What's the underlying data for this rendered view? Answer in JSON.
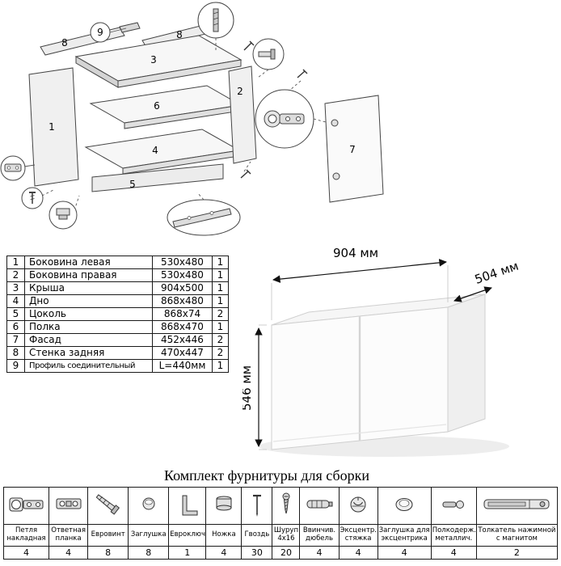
{
  "diagram": {
    "labels": {
      "l1": "1",
      "l2": "2",
      "l3": "3",
      "l4": "4",
      "l5": "5",
      "l6": "6",
      "l7": "7",
      "l8a": "8",
      "l8b": "8",
      "l9": "9"
    }
  },
  "parts": {
    "rows": [
      {
        "num": "1",
        "name": "Боковина левая",
        "size": "530x480",
        "qty": "1"
      },
      {
        "num": "2",
        "name": "Боковина правая",
        "size": "530x480",
        "qty": "1"
      },
      {
        "num": "3",
        "name": "Крыша",
        "size": "904x500",
        "qty": "1"
      },
      {
        "num": "4",
        "name": "Дно",
        "size": "868x480",
        "qty": "1"
      },
      {
        "num": "5",
        "name": "Цоколь",
        "size": "868x74",
        "qty": "2"
      },
      {
        "num": "6",
        "name": "Полка",
        "size": "868x470",
        "qty": "1"
      },
      {
        "num": "7",
        "name": "Фасад",
        "size": "452x446",
        "qty": "2"
      },
      {
        "num": "8",
        "name": "Стенка задняя",
        "size": "470x447",
        "qty": "2"
      },
      {
        "num": "9",
        "name": "Профиль соединительный",
        "size": "L=440мм",
        "qty": "1"
      }
    ]
  },
  "cabinet": {
    "width_label": "904 мм",
    "depth_label": "504 мм",
    "height_label": "546 мм"
  },
  "hardware": {
    "title": "Комплект фурнитуры для сборки",
    "items": [
      {
        "label": "Петля накладная",
        "qty": "4",
        "icon": "hinge-icon"
      },
      {
        "label": "Ответная планка",
        "qty": "4",
        "icon": "strike-plate-icon"
      },
      {
        "label": "Евровинт",
        "qty": "8",
        "icon": "confirmat-screw-icon"
      },
      {
        "label": "Заглушка",
        "qty": "8",
        "icon": "cap-icon"
      },
      {
        "label": "Евроключ",
        "qty": "1",
        "icon": "hex-key-icon"
      },
      {
        "label": "Ножка",
        "qty": "4",
        "icon": "foot-icon"
      },
      {
        "label": "Гвоздь",
        "qty": "30",
        "icon": "nail-icon"
      },
      {
        "label": "Шуруп 4x16",
        "qty": "20",
        "icon": "screw-icon"
      },
      {
        "label": "Ввинчив. дюбель",
        "qty": "4",
        "icon": "screw-dowel-icon"
      },
      {
        "label": "Эксцентр. стяжка",
        "qty": "4",
        "icon": "cam-lock-icon"
      },
      {
        "label": "Заглушка для эксцентрика",
        "qty": "4",
        "icon": "cam-cap-icon"
      },
      {
        "label": "Полкодерж. металлич.",
        "qty": "4",
        "icon": "shelf-pin-icon"
      },
      {
        "label": "Толкатель нажимной с магнитом",
        "qty": "2",
        "icon": "push-opener-icon"
      }
    ]
  }
}
